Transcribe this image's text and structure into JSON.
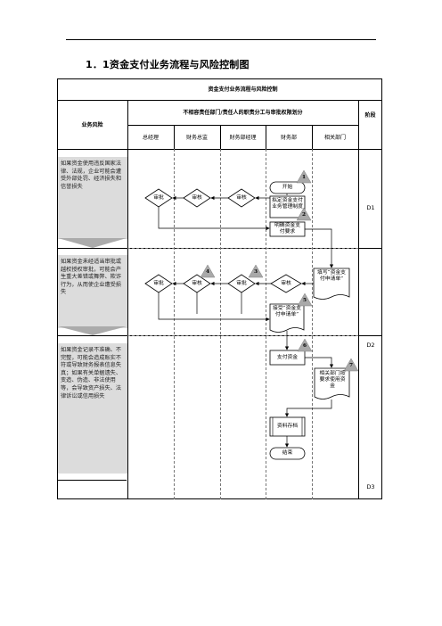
{
  "document_title": "1．1资金支付业务流程与风险控制图",
  "table": {
    "title": "资金支付业务流程与风险控制",
    "risk_header": "业务风险",
    "responsibility_header": "不相容责任部门/责任人的职责分工与审批权限划分",
    "phase_header": "阶段",
    "columns": [
      "总经理",
      "财务总监",
      "财务部经理",
      "财务部",
      "相关部门"
    ]
  },
  "risks": [
    "如果资金使用违反国家法律、法规，企业可能会遭受外部处罚、经济损失和信誉损失",
    "如果资金未经适当审批或越权授权审批，可能会产生重大差错或舞弊、欺诈行为，从而使企业遭受损失",
    "如果资金记录不准确、不完整，可能会造成账实不符或导致财务报表信息失真；如果有关单据遗失、变造、伪造、非法使用等，会导致资产损失、法律诉讼或信用损失"
  ],
  "phases": [
    "D1",
    "D2",
    "D3"
  ],
  "flow": {
    "start": "开始",
    "draft_system": "拟定资金支付业务管理制度",
    "clarify": "明确资金支付要求",
    "fill_request": "填写“资金支付申请单”",
    "receive_request": "接受“资金支付申请单”",
    "pay": "支付资金",
    "dept_use": "相关部门按要求使用资金",
    "archive": "资料存档",
    "end": "结束",
    "approve": "审批",
    "review": "审核",
    "gm_approve": "审批",
    "cfo_review": "审核",
    "mgr_approve": "审批",
    "fin_review": "审核"
  },
  "risk_points": [
    "1",
    "2",
    "3",
    "4",
    "5",
    "6",
    "7"
  ],
  "colors": {
    "risk_marker": "#a9a9a9",
    "risk_bg": "#dcdcdc",
    "header_bg": "#e3e3e3"
  }
}
